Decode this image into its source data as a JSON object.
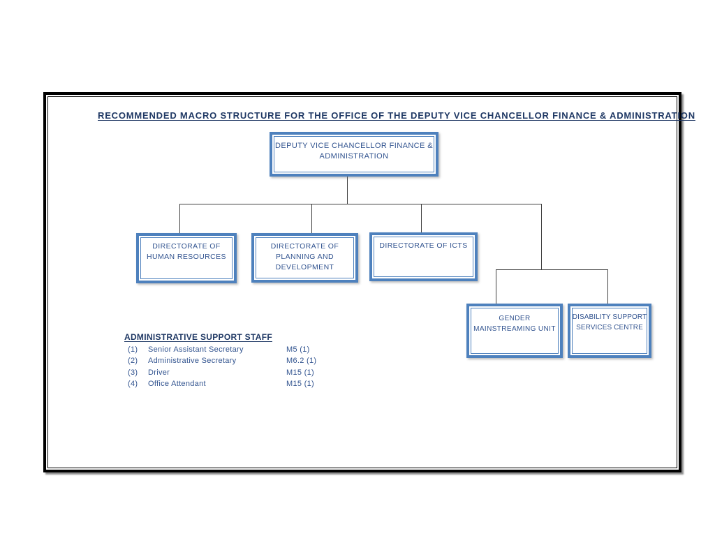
{
  "page": {
    "title": "RECOMMENDED MACRO STRUCTURE FOR THE OFFICE OF THE DEPUTY VICE CHANCELLOR FINANCE & ADMINISTRATION"
  },
  "colors": {
    "title_text": "#1F3864",
    "node_border_blue": "#4E81BD",
    "node_text_blue": "#31538F",
    "connector_gray": "#3F3F3F",
    "frame_border": "#000000"
  },
  "nodes": {
    "dvc": {
      "lines": [
        "DEPUTY VICE CHANCELLOR FINANCE &",
        "ADMINISTRATION"
      ]
    },
    "hr": {
      "lines": [
        "DIRECTORATE OF",
        "HUMAN RESOURCES"
      ]
    },
    "planning": {
      "lines": [
        "DIRECTORATE OF",
        "PLANNING AND",
        "DEVELOPMENT"
      ]
    },
    "icts": {
      "lines": [
        "DIRECTORATE OF ICTS"
      ]
    },
    "gender": {
      "lines": [
        "GENDER",
        "MAINSTREAMING UNIT"
      ]
    },
    "disability": {
      "lines": [
        "DISABILITY SUPPORT",
        "SERVICES CENTRE"
      ]
    }
  },
  "admin_staff": {
    "heading": "ADMINISTRATIVE SUPPORT STAFF",
    "rows": [
      {
        "num": "(1)",
        "role": "Senior Assistant Secretary",
        "grade": "M5 (1)"
      },
      {
        "num": "(2)",
        "role": "Administrative Secretary",
        "grade": "M6.2 (1)"
      },
      {
        "num": "(3)",
        "role": "Driver",
        "grade": "M15 (1)"
      },
      {
        "num": "(4)",
        "role": "Office Attendant",
        "grade": "M15 (1)"
      }
    ]
  }
}
